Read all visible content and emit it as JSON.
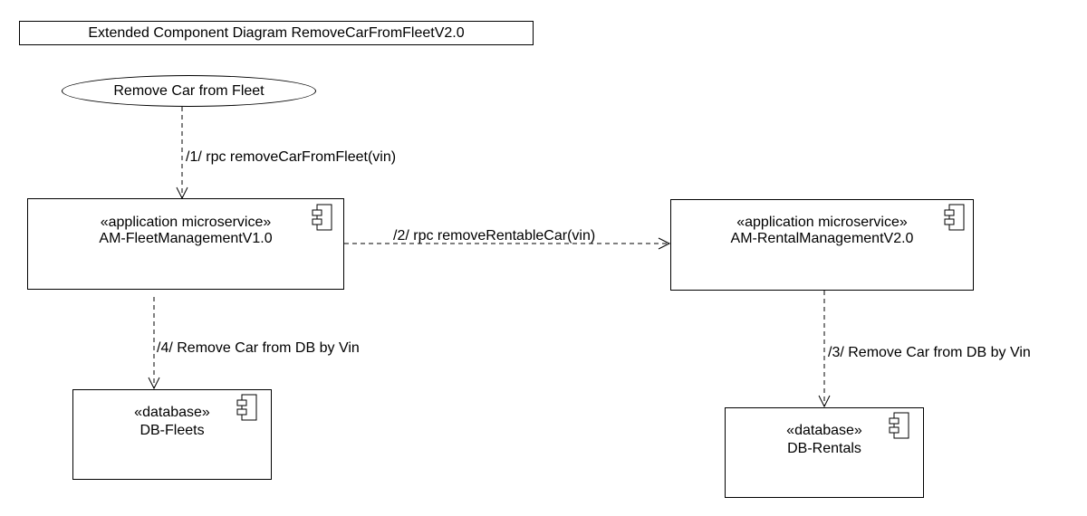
{
  "diagram": {
    "title": "Extended Component Diagram RemoveCarFromFleetV2.0",
    "usecase": {
      "label": "Remove Car from Fleet"
    },
    "components": {
      "fleet": {
        "stereotype": "«application microservice»",
        "name": "AM-FleetManagementV1.0"
      },
      "rental": {
        "stereotype": "«application microservice»",
        "name": "AM-RentalManagementV2.0"
      },
      "dbFleets": {
        "stereotype": "«database»",
        "name": "DB-Fleets"
      },
      "dbRentals": {
        "stereotype": "«database»",
        "name": "DB-Rentals"
      }
    },
    "messages": {
      "m1": "/1/ rpc removeCarFromFleet(vin)",
      "m2": "/2/ rpc removeRentableCar(vin)",
      "m3": "/3/ Remove Car from DB by Vin",
      "m4": "/4/ Remove Car from DB by Vin"
    },
    "icons": {
      "component": "component-icon"
    }
  }
}
